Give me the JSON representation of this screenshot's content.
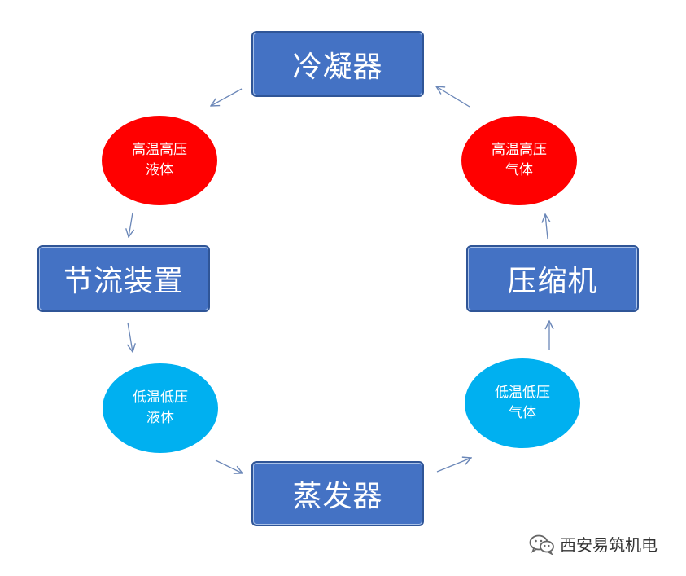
{
  "nodes": {
    "condenser": "冷凝器",
    "throttle": "节流装置",
    "evaporator": "蒸发器",
    "compressor": "压缩机"
  },
  "states": {
    "hp_liquid": {
      "line1": "高温高压",
      "line2": "液体"
    },
    "hp_gas": {
      "line1": "高温高压",
      "line2": "气体"
    },
    "lp_liquid": {
      "line1": "低温低压",
      "line2": "液体"
    },
    "lp_gas": {
      "line1": "低温低压",
      "line2": "气体"
    }
  },
  "colors": {
    "box": "#4472c4",
    "hot": "#ff0000",
    "cold": "#00b0f0",
    "arrow": "#6b87b8"
  },
  "watermark": {
    "icon": "wechat-icon",
    "text": "西安易筑机电"
  }
}
